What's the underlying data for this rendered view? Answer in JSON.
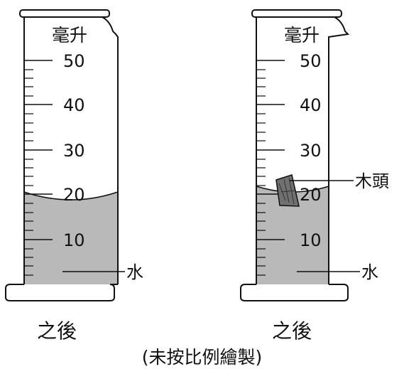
{
  "unit": "毫升",
  "ticks": [
    "50",
    "40",
    "30",
    "20",
    "10"
  ],
  "water_label": "水",
  "wood_label": "木頭",
  "left_caption": "之後",
  "right_caption": "之後",
  "footnote": "(未按比例繪製)",
  "colors": {
    "water": "#b9b9b9",
    "line": "#111111",
    "wood": "#707070"
  }
}
